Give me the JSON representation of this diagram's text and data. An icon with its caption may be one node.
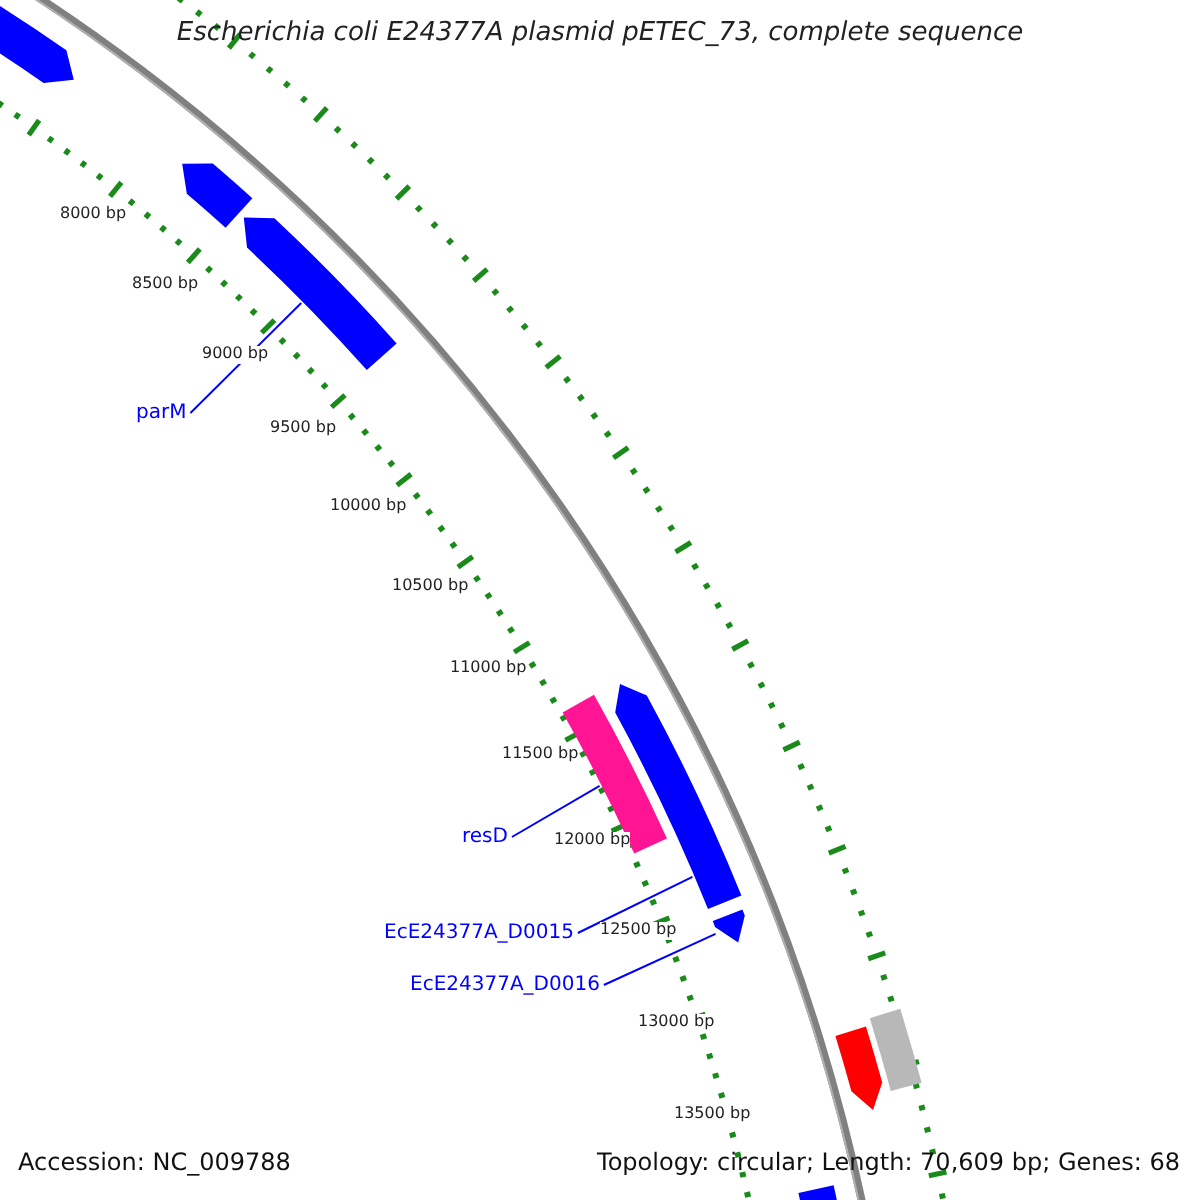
{
  "diagram": {
    "title": "Escherichia coli E24377A plasmid pETEC_73, complete sequence",
    "nodes": [
      {
        "text": [
          "parM"
        ]
      },
      {
        "text": [
          "resD"
        ]
      },
      {
        "text": [
          "EcE24377A_D0015"
        ]
      },
      {
        "text": [
          "EcE24377A_D0016"
        ]
      },
      {
        "text": [],
        "shape": "bar"
      },
      {
        "text": [],
        "shape": "bar"
      },
      {
        "text": [],
        "shape": "bar"
      },
      {
        "text": [],
        "shape": "bar"
      }
    ],
    "edges": [
      {
        "from": 0,
        "to": 4,
        "arrow": "none"
      },
      {
        "from": 1,
        "to": 5,
        "arrow": "none"
      },
      {
        "from": 2,
        "to": 6,
        "arrow": "none"
      },
      {
        "from": 3,
        "to": 7,
        "arrow": "none"
      }
    ],
    "labels": [
      "8000 bp",
      "8500 bp",
      "9000 bp",
      "9500 bp",
      "10000 bp",
      "10500 bp",
      "11000 bp",
      "11500 bp",
      "12000 bp",
      "12500 bp",
      "13000 bp",
      "13500 bp",
      "Accession: NC_009788",
      "Topology: circular; Length: 70,609 bp; Genes: 68"
    ]
  }
}
